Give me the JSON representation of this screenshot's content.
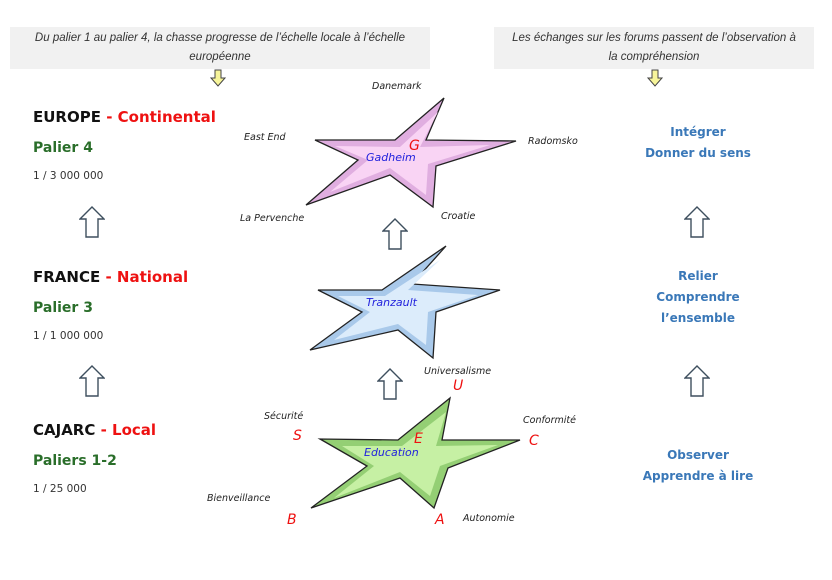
{
  "banners": {
    "left": {
      "line1": "Du palier 1 au palier 4, la chasse progresse de l’échelle locale à l’échelle",
      "line2": "européenne"
    },
    "right": {
      "line1": "Les échanges sur les forums passent de l’observation à",
      "line2": "la compréhension"
    }
  },
  "levels": [
    {
      "place": "EUROPE",
      "scope": " - Continental",
      "palier": "Palier 4",
      "scale": "1 / 3 000 000"
    },
    {
      "place": "FRANCE",
      "scope": " - National",
      "palier": "Palier 3",
      "scale": "1 / 1 000 000"
    },
    {
      "place": "CAJARC",
      "scope": " - Local",
      "palier": "Paliers 1-2",
      "scale": "1 / 25 000"
    }
  ],
  "stars": {
    "top": {
      "name": "Gadheim",
      "letter": "G",
      "fill": "#f9d4f4",
      "edge": "#e0aee0",
      "points": [
        "Danemark",
        "East End",
        "Radomsko",
        "La Pervenche",
        "Croatie"
      ]
    },
    "middle": {
      "name": "Tranzault",
      "fill": "#dcecfb",
      "edge": "#a9c9ea"
    },
    "bottom": {
      "name": "Education",
      "letter": "E",
      "fill": "#c6f0a4",
      "edge": "#94cf74",
      "points": [
        {
          "label": "Universalisme",
          "letter": "U"
        },
        {
          "label": "Sécurité",
          "letter": "S"
        },
        {
          "label": "Conformité",
          "letter": "C"
        },
        {
          "label": "Bienveillance",
          "letter": "B"
        },
        {
          "label": "Autonomie",
          "letter": "A"
        }
      ]
    }
  },
  "right_column": {
    "top": [
      "Intégrer",
      "Donner du sens"
    ],
    "middle": [
      "Relier",
      "Comprendre",
      "l’ensemble"
    ],
    "bottom": [
      "Observer",
      "Apprendre à lire"
    ]
  },
  "colors": {
    "accent_red": "#ee1111",
    "palier_green": "#2a6e2a",
    "action_blue": "#3a78b8",
    "arrow_yellow": "#f7f59a"
  }
}
